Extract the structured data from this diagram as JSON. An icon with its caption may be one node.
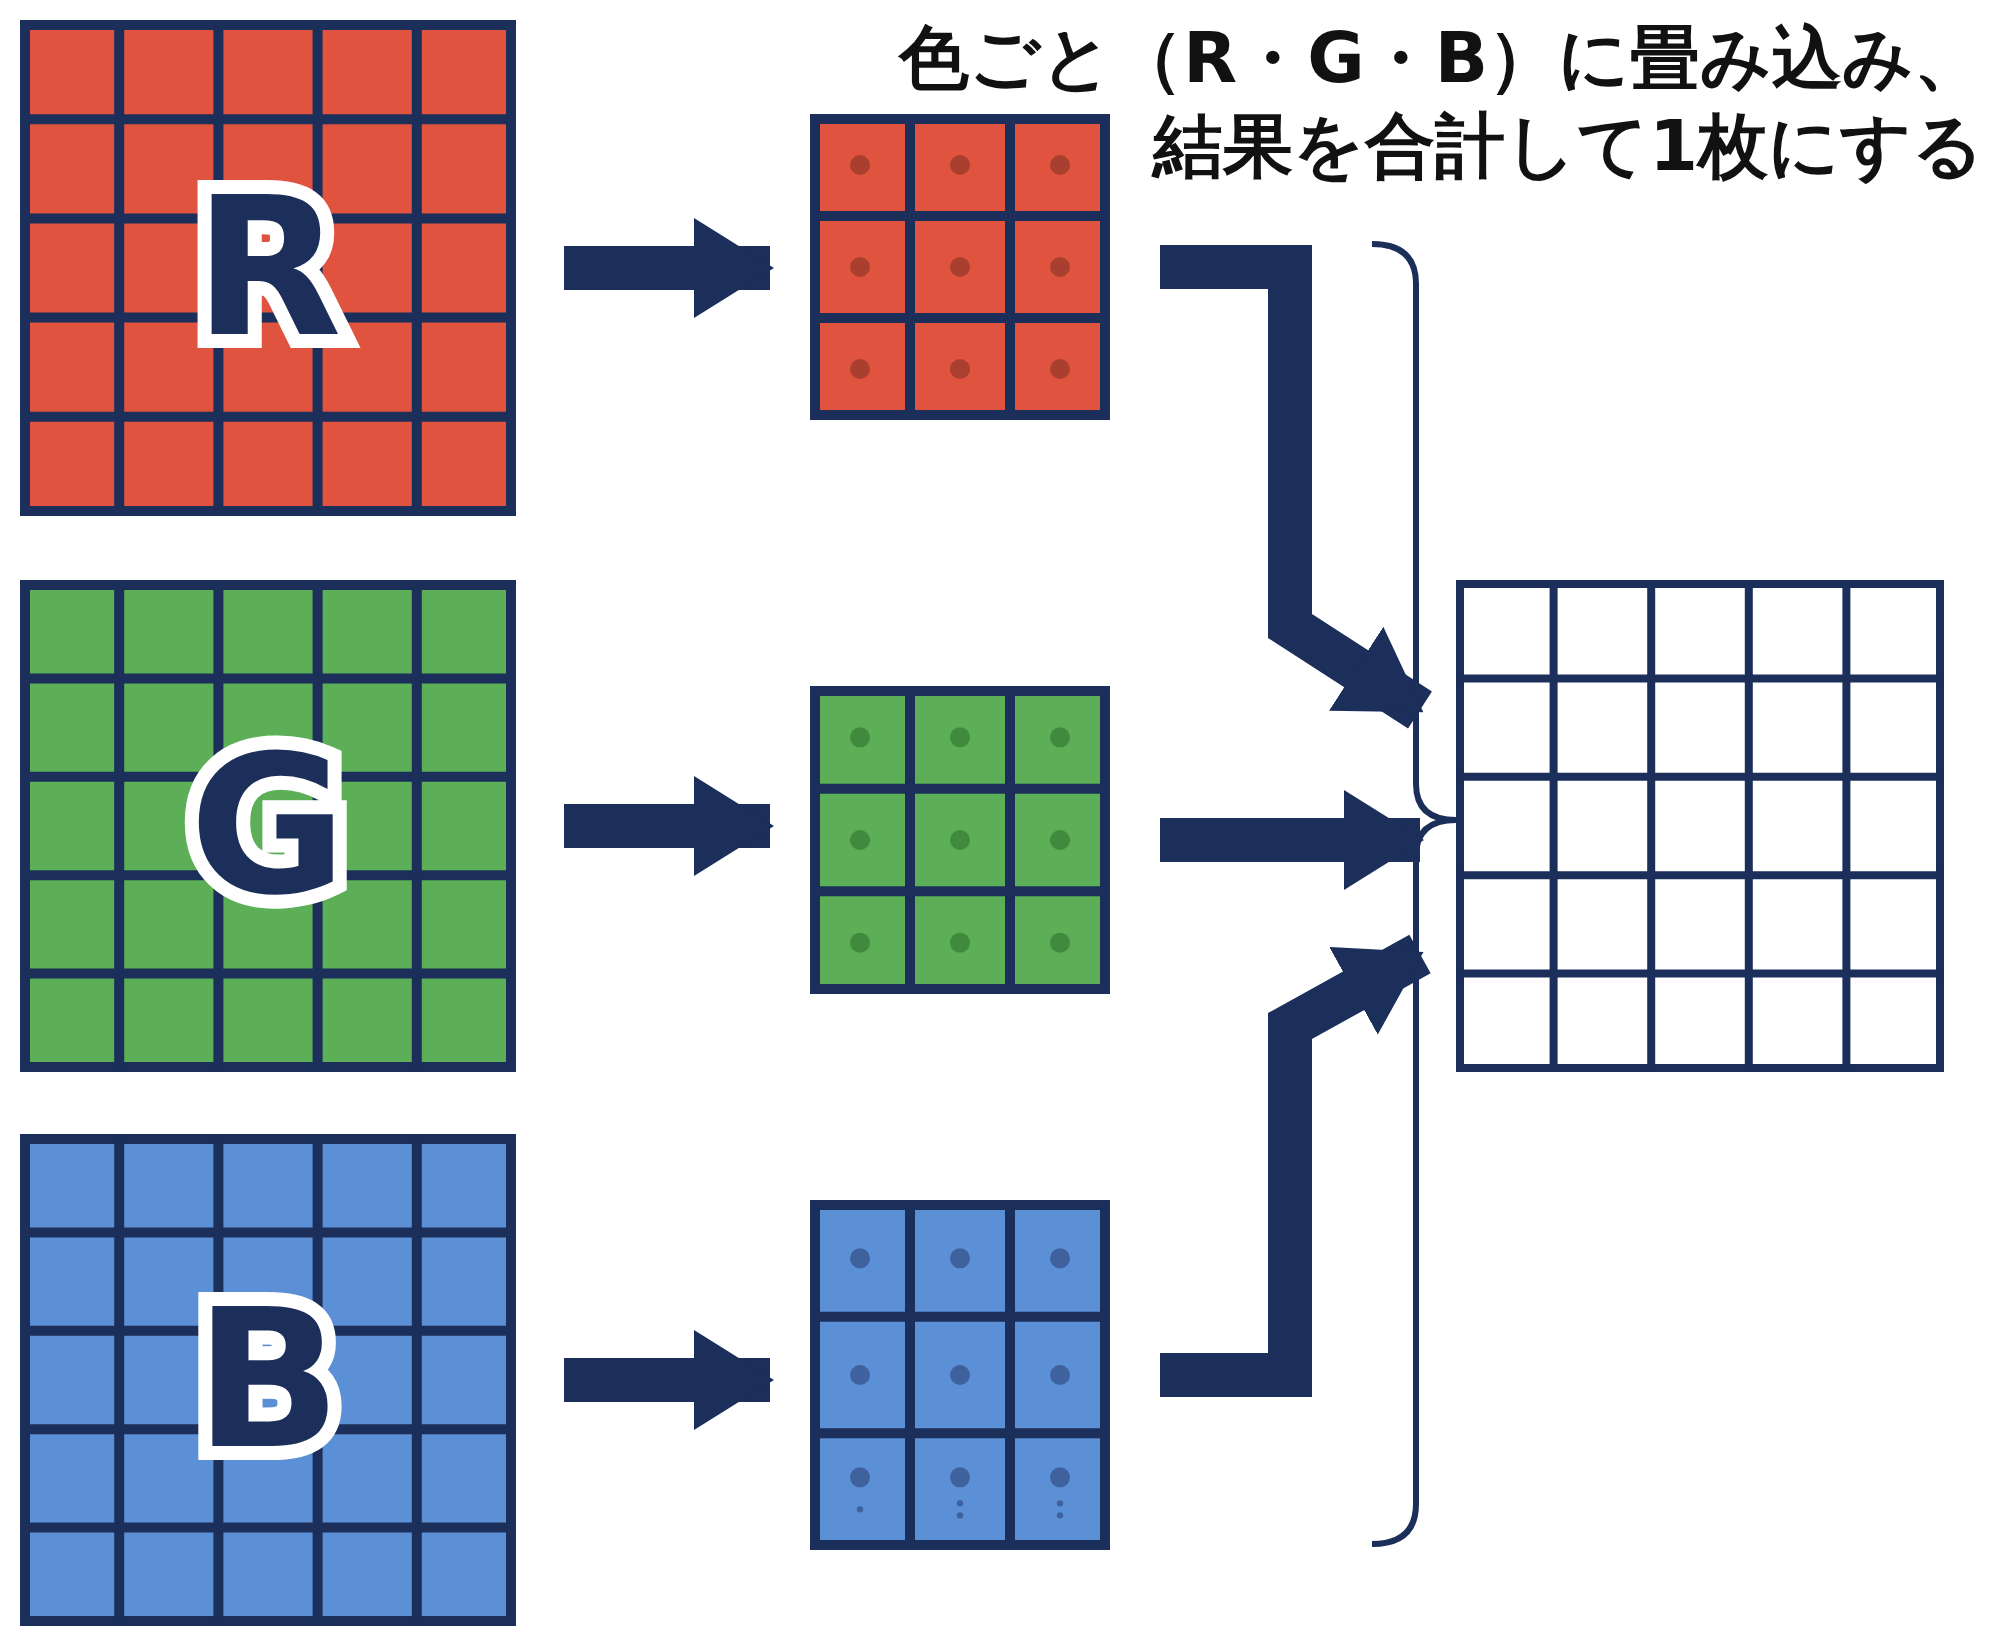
{
  "diagram": {
    "title": "色ごと（R・G・B）に畳み込み、結果を合計して1枚にする",
    "nodes": [
      {
        "text": [
          "R"
        ]
      },
      {
        "text": [
          "G"
        ]
      },
      {
        "text": [
          "B"
        ]
      },
      {
        "text": [],
        "shape": "box"
      },
      {
        "text": [],
        "shape": "box"
      },
      {
        "text": [],
        "shape": "box"
      },
      {
        "text": [],
        "shape": "box"
      }
    ],
    "edges": [
      {
        "from": 0,
        "to": 3,
        "arrow": "to"
      },
      {
        "from": 1,
        "to": 4,
        "arrow": "to"
      },
      {
        "from": 2,
        "to": 5,
        "arrow": "to"
      },
      {
        "from": 3,
        "to": 6,
        "arrow": "to"
      },
      {
        "from": 4,
        "to": 6,
        "arrow": "to"
      },
      {
        "from": 5,
        "to": 6,
        "arrow": "to"
      }
    ]
  }
}
